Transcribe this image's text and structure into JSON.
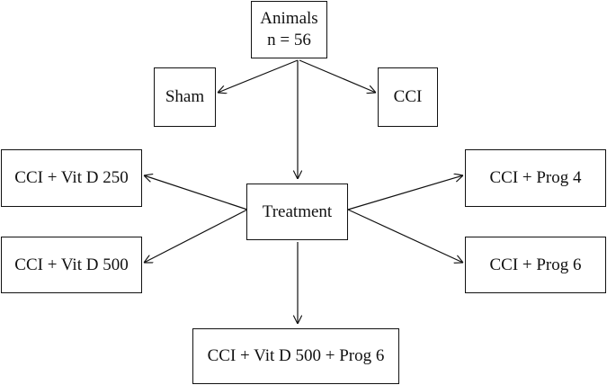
{
  "flowchart": {
    "nodes": {
      "animals": {
        "line1": "Animals",
        "line2": "n = 56"
      },
      "sham": {
        "label": "Sham"
      },
      "cci": {
        "label": "CCI"
      },
      "treatment": {
        "label": "Treatment"
      },
      "vitd250": {
        "label": "CCI + Vit D 250"
      },
      "vitd500": {
        "label": "CCI + Vit D 500"
      },
      "prog4": {
        "label": "CCI + Prog 4"
      },
      "prog6": {
        "label": "CCI + Prog 6"
      },
      "combo": {
        "label": "CCI + Vit D 500 + Prog 6"
      }
    },
    "edges": [
      {
        "from": "animals",
        "to": "sham"
      },
      {
        "from": "animals",
        "to": "cci"
      },
      {
        "from": "animals",
        "to": "treatment"
      },
      {
        "from": "treatment",
        "to": "vitd250"
      },
      {
        "from": "treatment",
        "to": "vitd500"
      },
      {
        "from": "treatment",
        "to": "prog4"
      },
      {
        "from": "treatment",
        "to": "prog6"
      },
      {
        "from": "treatment",
        "to": "combo"
      }
    ],
    "colors": {
      "stroke": "#111111",
      "background": "#ffffff"
    }
  }
}
